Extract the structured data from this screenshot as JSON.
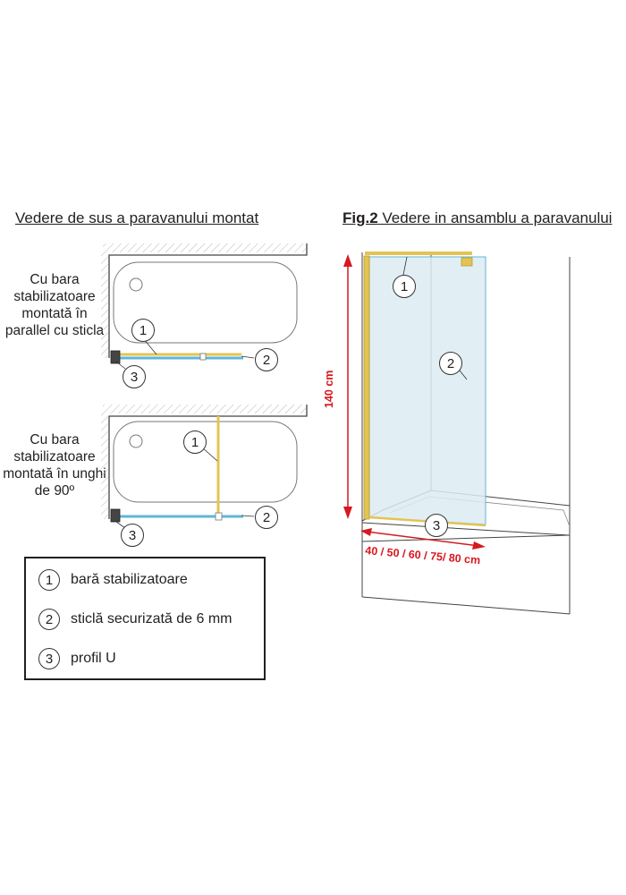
{
  "top_view": {
    "title": "Vedere de sus a paravanului montat",
    "label_parallel": "Cu bara stabilizatoare montată în parallel cu sticla",
    "label_90": "Cu bara stabilizatoare montată în unghi de 90º"
  },
  "fig2": {
    "title_prefix": "Fig.2",
    "title_rest": " Vedere in ansamblu a paravanului",
    "height_dim": "140 cm",
    "width_dim": "40 / 50 / 60 / 75/ 80 cm"
  },
  "callouts": [
    "1",
    "2",
    "3"
  ],
  "legend": {
    "items": [
      {
        "num": "1",
        "text": "bară stabilizatoare"
      },
      {
        "num": "2",
        "text": "sticlă securizată de 6 mm"
      },
      {
        "num": "3",
        "text": "profil U"
      }
    ]
  },
  "colors": {
    "gold": "#e2c455",
    "glass": "#5fb6d9",
    "dimension": "#d71920",
    "glass_fill": "#dcebf2"
  }
}
